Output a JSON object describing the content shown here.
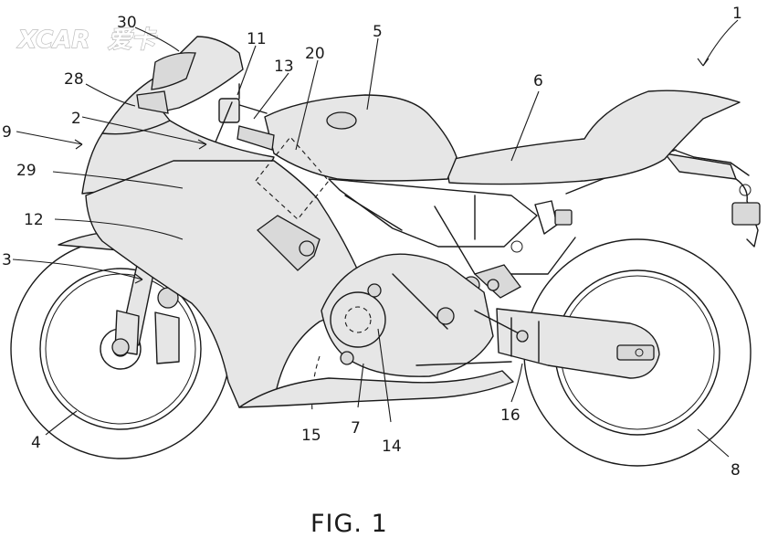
{
  "figure": {
    "caption": "FIG. 1",
    "watermark": "XCAR",
    "watermark_suffix": "爱卡",
    "reference_numerals": {
      "n1": "1",
      "n2": "2",
      "n3": "3",
      "n4": "4",
      "n5": "5",
      "n6": "6",
      "n7": "7",
      "n8": "8",
      "n9": "9",
      "n11": "11",
      "n12": "12",
      "n13": "13",
      "n14": "14",
      "n15": "15",
      "n16": "16",
      "n20": "20",
      "n28": "28",
      "n29": "29",
      "n30": "30"
    }
  },
  "colors": {
    "line": "#1a1a1a",
    "fill": "#e6e6e6",
    "background": "#ffffff"
  }
}
